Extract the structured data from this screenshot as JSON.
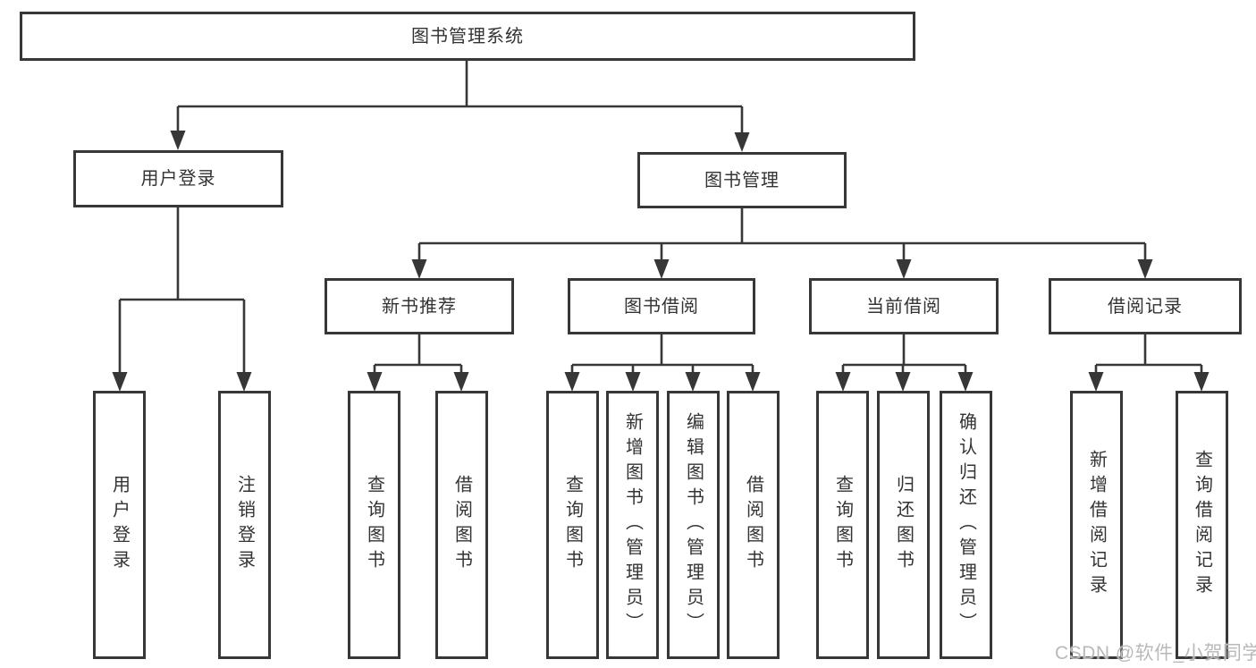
{
  "tree": {
    "root": {
      "label": "图书管理系统"
    },
    "level2": [
      {
        "label": "用户登录"
      },
      {
        "label": "图书管理"
      }
    ],
    "level3": [
      {
        "label": "新书推荐",
        "parent": "图书管理"
      },
      {
        "label": "图书借阅",
        "parent": "图书管理"
      },
      {
        "label": "当前借阅",
        "parent": "图书管理"
      },
      {
        "label": "借阅记录",
        "parent": "图书管理"
      }
    ],
    "leaves": [
      {
        "label": "用户登录",
        "parent": "用户登录"
      },
      {
        "label": "注销登录",
        "parent": "用户登录"
      },
      {
        "label": "查询图书",
        "parent": "新书推荐"
      },
      {
        "label": "借阅图书",
        "parent": "新书推荐"
      },
      {
        "label": "查询图书",
        "parent": "图书借阅"
      },
      {
        "label": "新增图书（管理员）",
        "parent": "图书借阅"
      },
      {
        "label": "编辑图书（管理员）",
        "parent": "图书借阅"
      },
      {
        "label": "借阅图书",
        "parent": "图书借阅"
      },
      {
        "label": "查询图书",
        "parent": "当前借阅"
      },
      {
        "label": "归还图书",
        "parent": "当前借阅"
      },
      {
        "label": "确认归还（管理员）",
        "parent": "当前借阅"
      },
      {
        "label": "新增借阅记录",
        "parent": "借阅记录"
      },
      {
        "label": "查询借阅记录",
        "parent": "借阅记录"
      }
    ]
  },
  "watermark": "CSDN @软件_小贺同学",
  "colors": {
    "line": "#373737",
    "box_border": "#373737",
    "box_fill": "#ffffff",
    "text": "#333333",
    "watermark": "#b9b9b9",
    "background": "#ffffff"
  }
}
